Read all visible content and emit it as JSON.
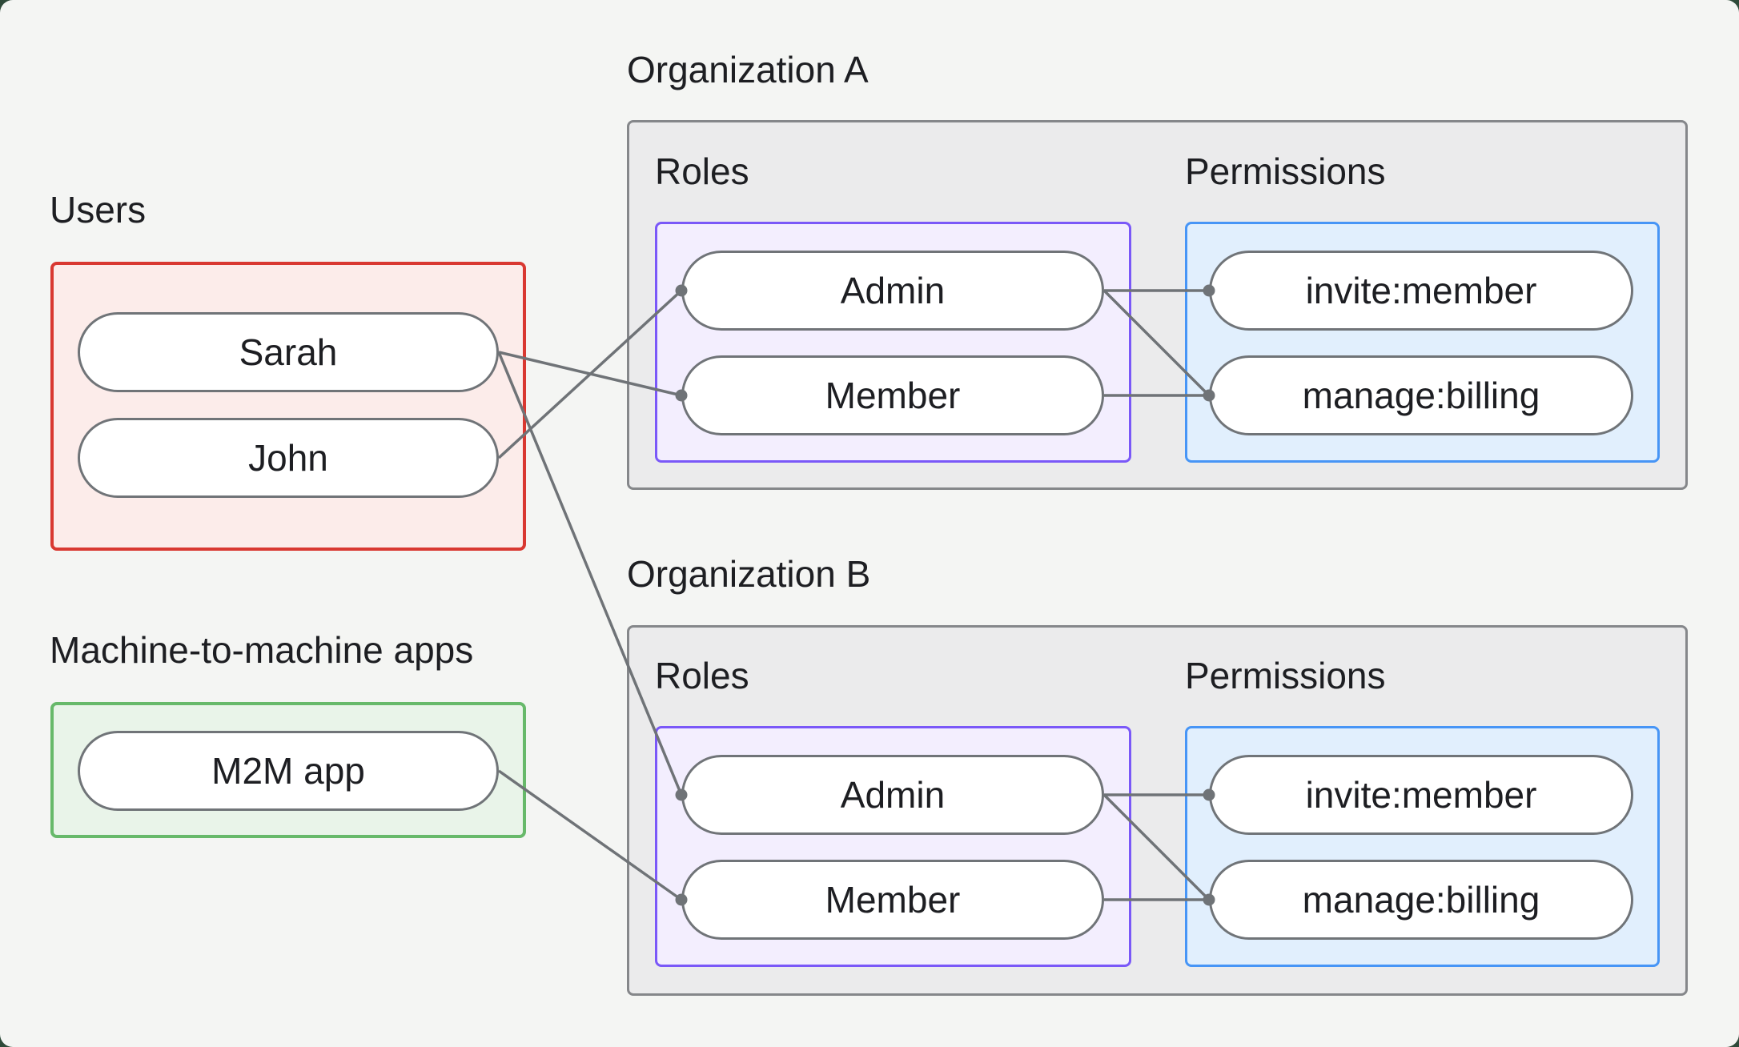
{
  "page": {
    "background": "#f4f5f3",
    "outer_background": "#2e4a39",
    "text_color": "#1d1e22",
    "connector_color": "#6f7377",
    "pill_border_color": "#707478",
    "org_border_color": "#85878a",
    "org_fill_color": "#ebebec"
  },
  "groups": {
    "users": {
      "label": "Users",
      "items": [
        "Sarah",
        "John"
      ],
      "border_color": "#d93831",
      "fill_color": "#fcecea"
    },
    "m2m": {
      "label": "Machine-to-machine apps",
      "items": [
        "M2M app"
      ],
      "border_color": "#67b96a",
      "fill_color": "#e9f4e9"
    }
  },
  "organizations": [
    {
      "title": "Organization A",
      "roles": {
        "label": "Roles",
        "items": [
          "Admin",
          "Member"
        ],
        "border_color": "#7a58f8",
        "fill_color": "#f3eefe"
      },
      "permissions": {
        "label": "Permissions",
        "items": [
          "invite:member",
          "manage:billing"
        ],
        "border_color": "#4795f6",
        "fill_color": "#e1effd"
      }
    },
    {
      "title": "Organization B",
      "roles": {
        "label": "Roles",
        "items": [
          "Admin",
          "Member"
        ],
        "border_color": "#7a58f8",
        "fill_color": "#f3eefe"
      },
      "permissions": {
        "label": "Permissions",
        "items": [
          "invite:member",
          "manage:billing"
        ],
        "border_color": "#4795f6",
        "fill_color": "#e1effd"
      }
    }
  ],
  "connections": [
    {
      "from": "John",
      "to": "Organization A > Admin"
    },
    {
      "from": "Sarah",
      "to": "Organization A > Member"
    },
    {
      "from": "Sarah",
      "to": "Organization B > Admin"
    },
    {
      "from": "M2M app",
      "to": "Organization B > Member"
    },
    {
      "from": "Organization A > Admin",
      "to": "Organization A > invite:member"
    },
    {
      "from": "Organization A > Admin",
      "to": "Organization A > manage:billing"
    },
    {
      "from": "Organization A > Member",
      "to": "Organization A > manage:billing"
    },
    {
      "from": "Organization B > Admin",
      "to": "Organization B > invite:member"
    },
    {
      "from": "Organization B > Admin",
      "to": "Organization B > manage:billing"
    },
    {
      "from": "Organization B > Member",
      "to": "Organization B > manage:billing"
    }
  ]
}
